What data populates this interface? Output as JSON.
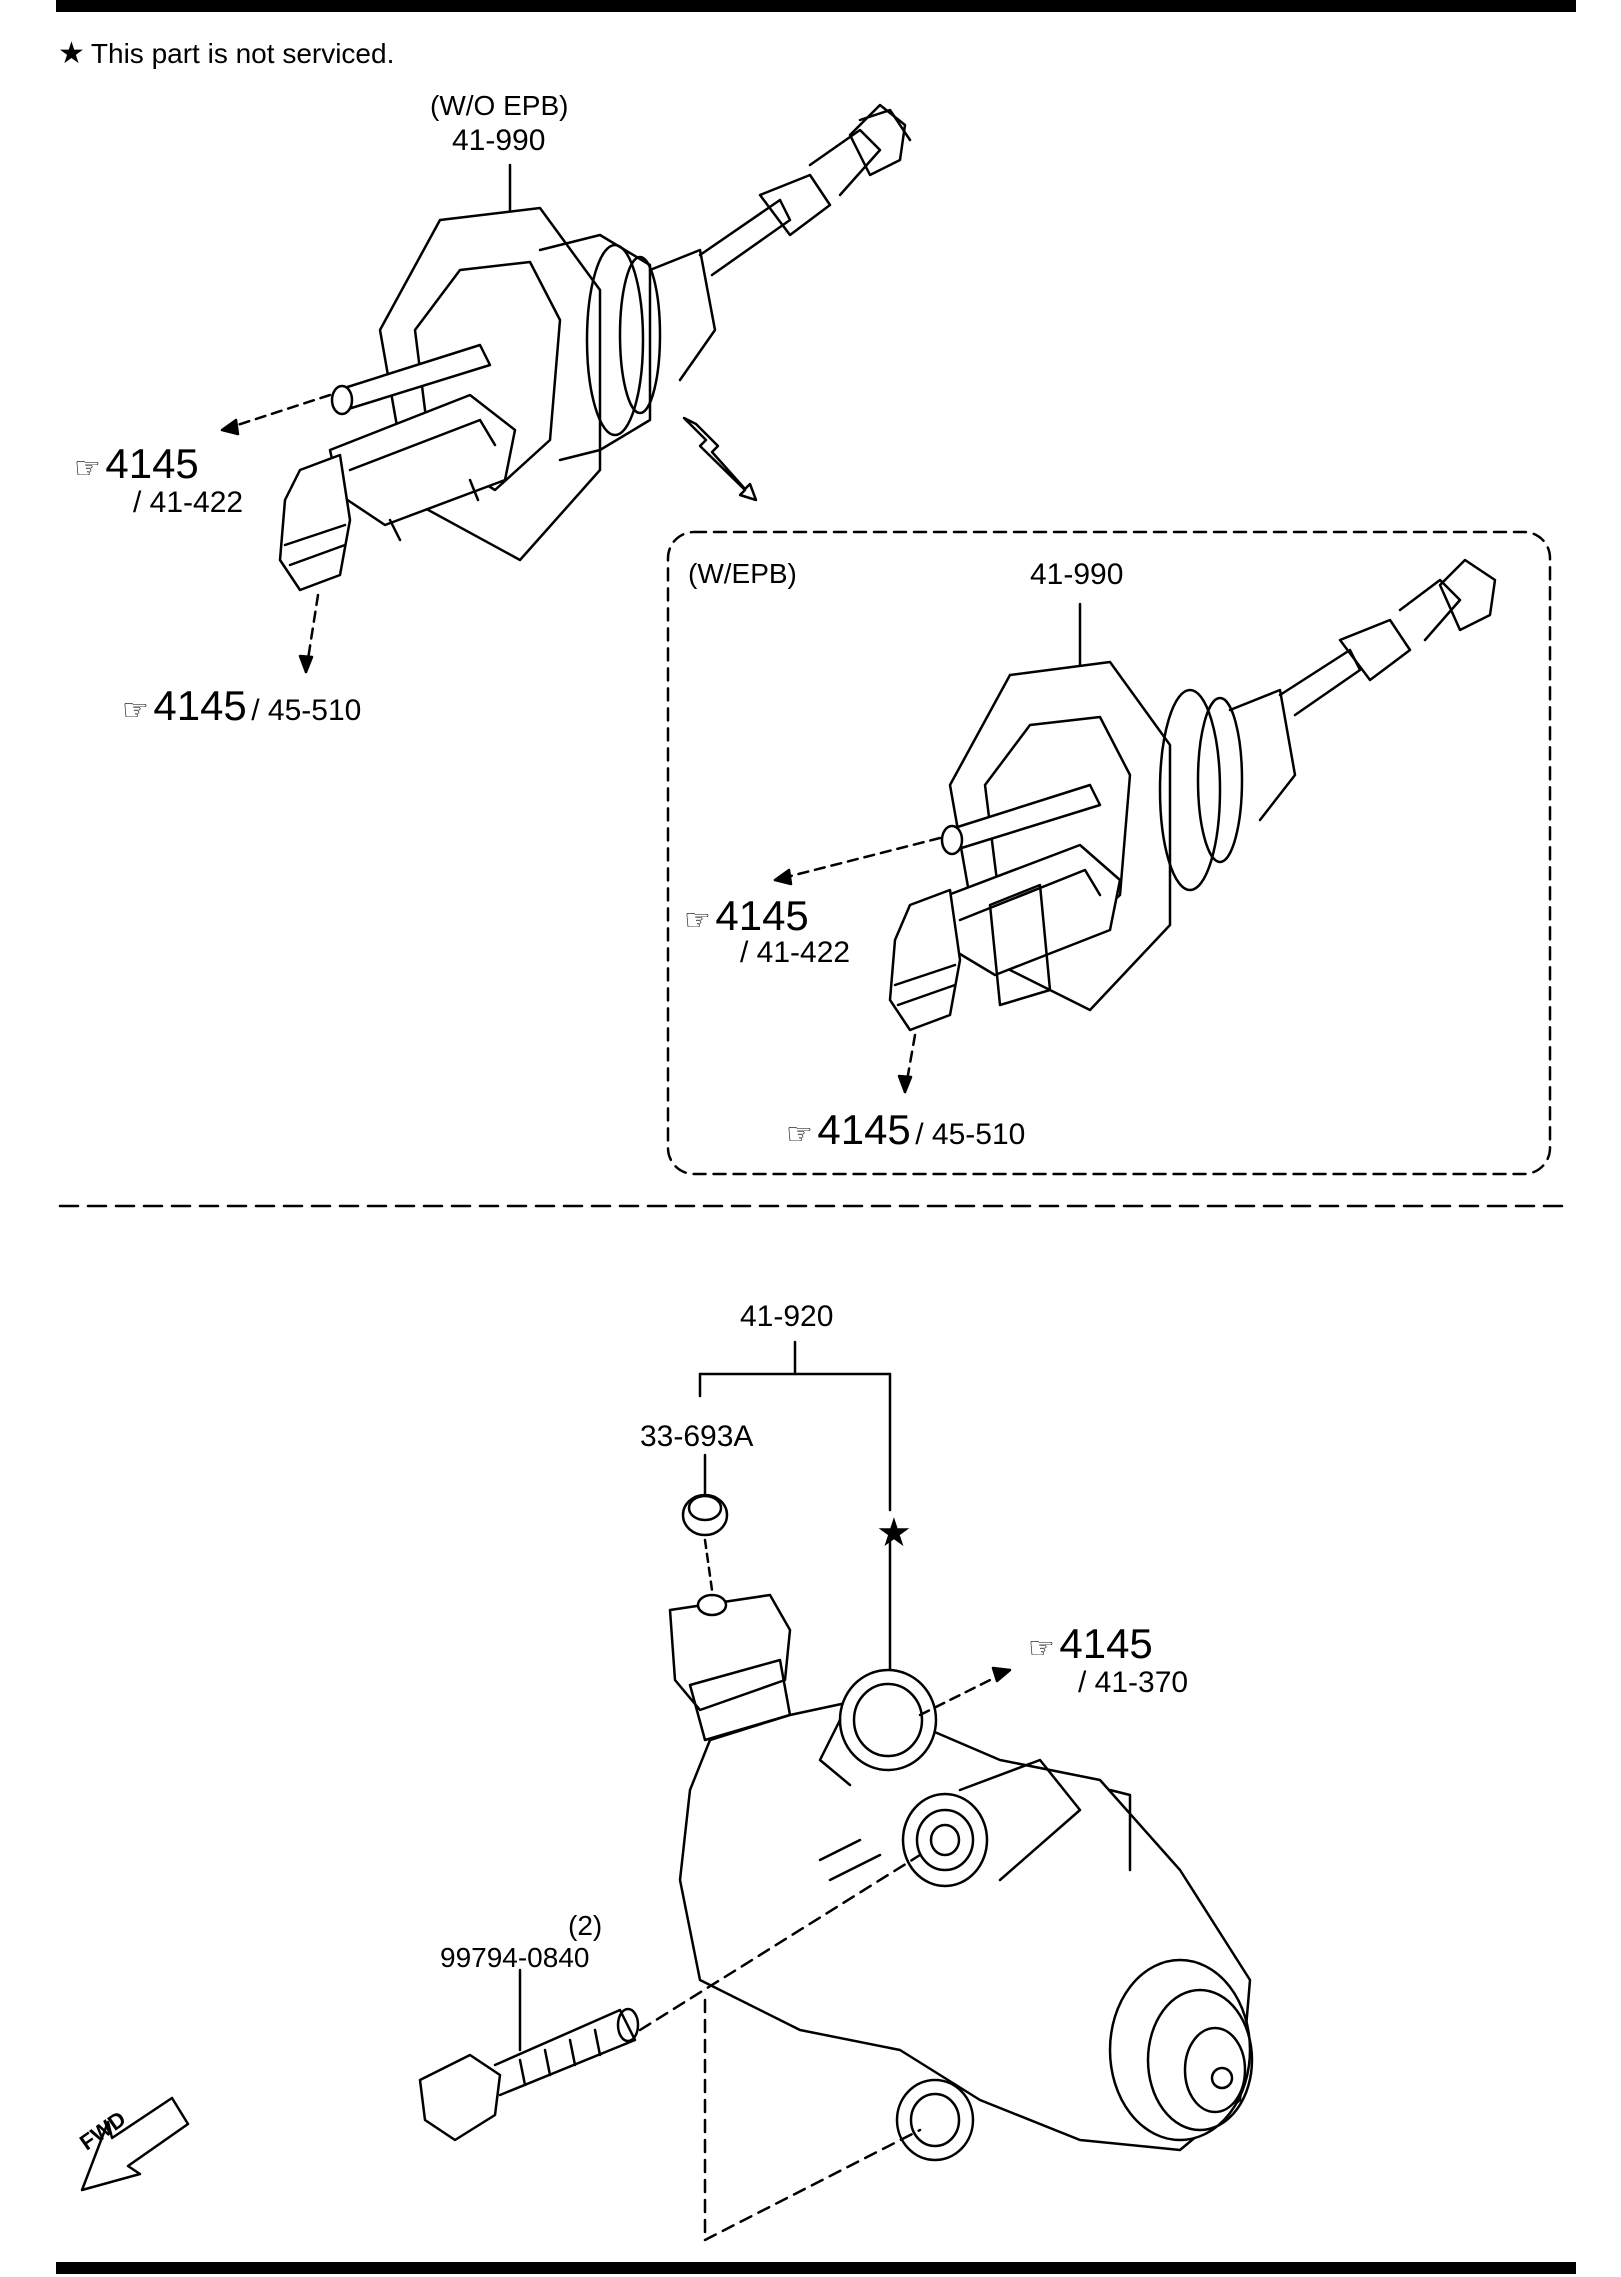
{
  "note": {
    "star": "★",
    "text": "This part is not serviced."
  },
  "upper": {
    "variant_label": "(W/O EPB)",
    "part": "41-990",
    "ref_a": {
      "hand": "☞",
      "num": "4145",
      "sub": "/ 41-422"
    },
    "ref_b": {
      "hand": "☞",
      "num": "4145",
      "sub": "/ 45-510"
    }
  },
  "epb": {
    "variant_label": "(W/EPB)",
    "part": "41-990",
    "ref_a": {
      "hand": "☞",
      "num": "4145",
      "sub": "/ 41-422"
    },
    "ref_b": {
      "hand": "☞",
      "num": "4145",
      "sub": "/ 45-510"
    }
  },
  "lower": {
    "assembly": "41-920",
    "cap": "33-693A",
    "star": "★",
    "ref": {
      "hand": "☞",
      "num": "4145",
      "sub": "/ 41-370"
    },
    "bolt_qty": "(2)",
    "bolt": "99794-0840",
    "fwd": "FWD"
  },
  "colors": {
    "line": "#000000",
    "background": "#ffffff"
  }
}
